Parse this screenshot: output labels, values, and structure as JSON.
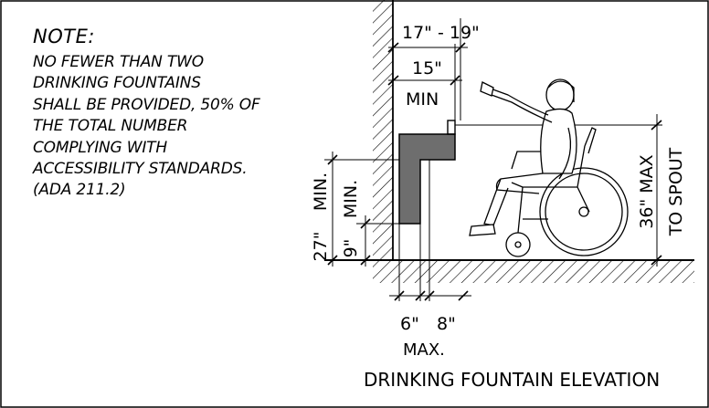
{
  "note": {
    "title": "NOTE:",
    "lines": [
      "NO FEWER THAN TWO",
      "DRINKING FOUNTAINS",
      "SHALL BE PROVIDED, 50% OF",
      "THE TOTAL NUMBER",
      "COMPLYING WITH",
      "ACCESSIBILITY STANDARDS.",
      "(ADA 211.2)"
    ]
  },
  "dimensions": {
    "projection_range": "17\" - 19\"",
    "min_depth": "15\"",
    "min_depth_unit": "MIN",
    "knee_height": "27\"",
    "knee_height_unit": "MIN.",
    "toe_height": "9\"",
    "toe_height_unit": "MIN.",
    "toe_depth": "6\"",
    "knee_depth": "8\"",
    "depth_unit": "MAX.",
    "spout_height": "36\" MAX",
    "spout_height_note": "TO SPOUT"
  },
  "caption": "DRINKING FOUNTAIN ELEVATION",
  "colors": {
    "fountain_fill": "#6e6e6e",
    "line": "#000000"
  }
}
